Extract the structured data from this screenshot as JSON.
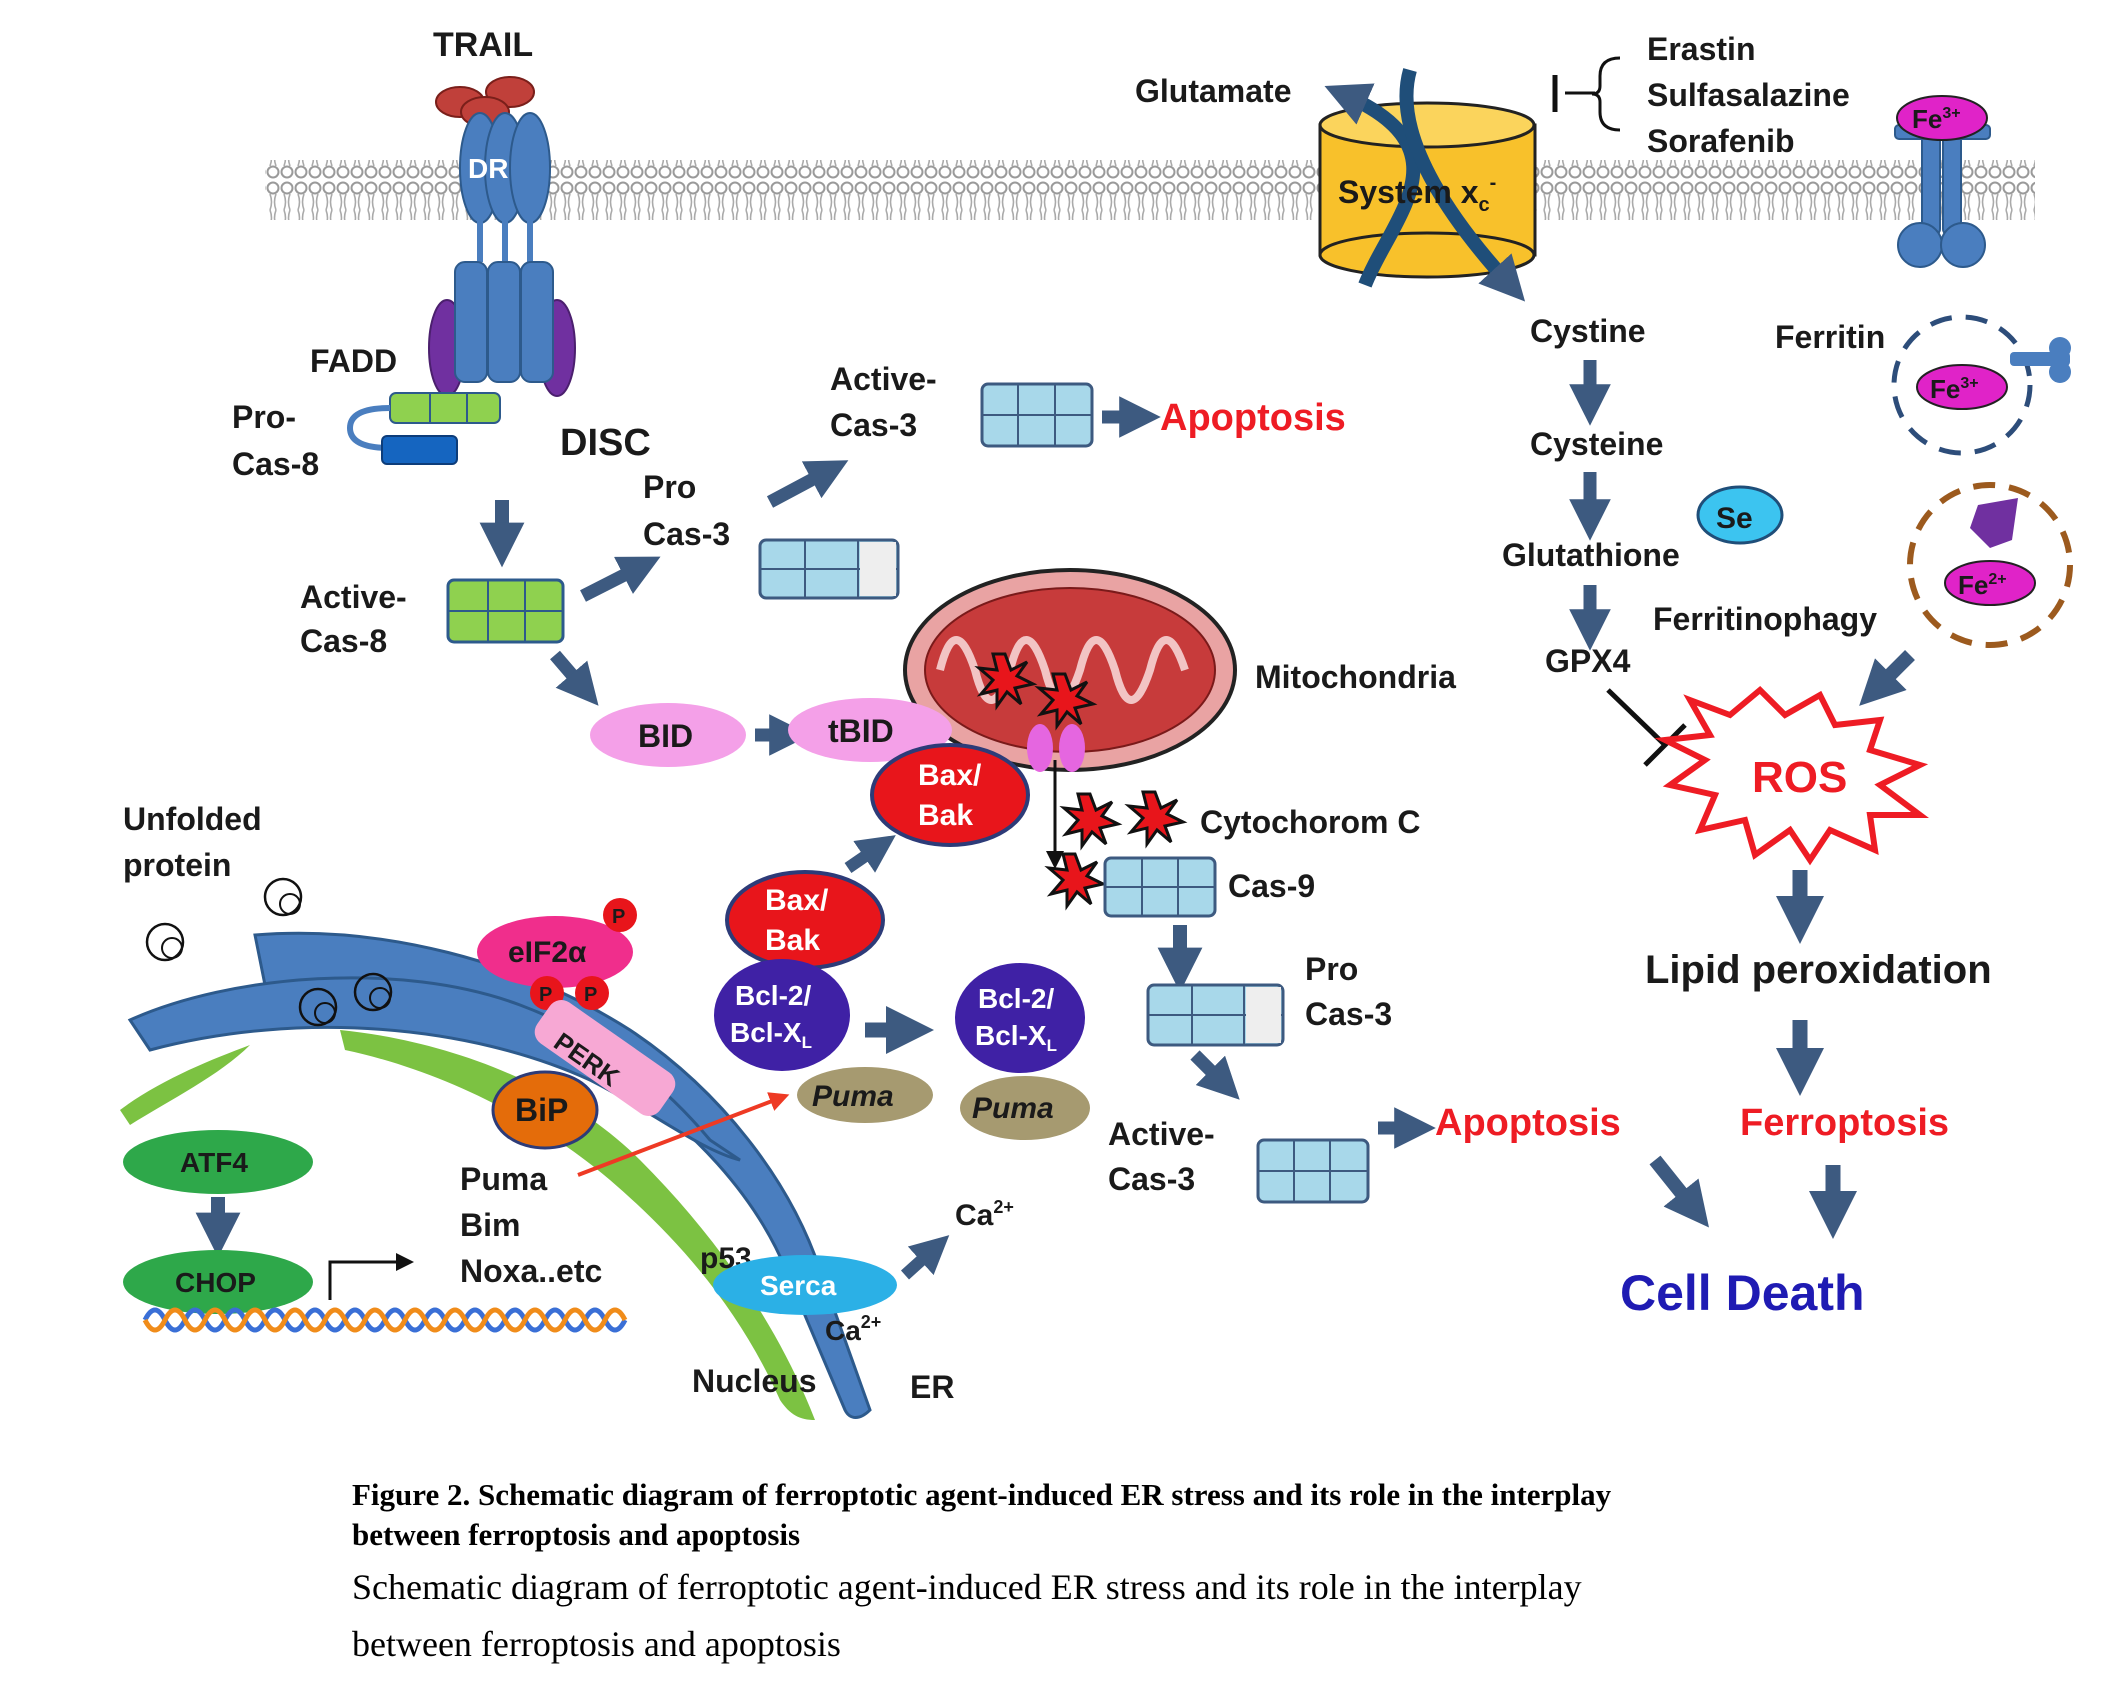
{
  "labels": {
    "trail": "TRAIL",
    "dr": "DR",
    "fadd": "FADD",
    "pro_cas8_line1": "Pro-",
    "pro_cas8_line2": "Cas-8",
    "disc": "DISC",
    "active_cas8_line1": "Active-",
    "active_cas8_line2": "Cas-8",
    "pro_cas3_top_line1": "Pro",
    "pro_cas3_top_line2": "Cas-3",
    "active_cas3_top_line1": "Active-",
    "active_cas3_top_line2": "Cas-3",
    "apoptosis_top": "Apoptosis",
    "bid": "BID",
    "tbid": "tBID",
    "bax_bak_1_line1": "Bax/",
    "bax_bak_1_line2": "Bak",
    "bax_bak_2_line1": "Bax/",
    "bax_bak_2_line2": "Bak",
    "bcl2_1_line1": "Bcl-2/",
    "bcl2_1_line2": "Bcl-X",
    "bcl2_1_sub": "L",
    "bcl2_2_line1": "Bcl-2/",
    "bcl2_2_line2": "Bcl-X",
    "bcl2_2_sub": "L",
    "puma_1": "Puma",
    "puma_2": "Puma",
    "mitochondria": "Mitochondria",
    "cytochrome_c": "Cytochorom C",
    "cas9": "Cas-9",
    "pro_cas3_mid_line1": "Pro",
    "pro_cas3_mid_line2": "Cas-3",
    "active_cas3_mid_line1": "Active-",
    "active_cas3_mid_line2": "Cas-3",
    "apoptosis_mid": "Apoptosis",
    "unfolded_line1": "Unfolded",
    "unfolded_line2": "protein",
    "eif2a": "eIF2α",
    "p": "P",
    "perk": "PERK",
    "bip": "BiP",
    "atf4": "ATF4",
    "chop": "CHOP",
    "puma_list_1": "Puma",
    "puma_list_2": "Bim",
    "puma_list_3": "Noxa..etc",
    "p53": "p53",
    "serca": "Serca",
    "ca": "Ca",
    "ca_sup": "2+",
    "nucleus": "Nucleus",
    "er": "ER",
    "glutamate": "Glutamate",
    "system_xc": "System x",
    "system_xc_sub": "c",
    "system_xc_sup": "-",
    "erastin": "Erastin",
    "sulfasalazine": "Sulfasalazine",
    "sorafenib": "Sorafenib",
    "fe3": "Fe",
    "fe3_sup": "3+",
    "fe2": "Fe",
    "fe2_sup": "2+",
    "ferritin": "Ferritin",
    "cystine": "Cystine",
    "cysteine": "Cysteine",
    "se": "Se",
    "glutathione": "Glutathione",
    "ferritinophagy": "Ferritinophagy",
    "gpx4": "GPX4",
    "ros": "ROS",
    "lipid_peroxidation": "Lipid peroxidation",
    "ferroptosis": "Ferroptosis",
    "cell_death": "Cell Death"
  },
  "caption": {
    "title_line1": "Figure 2. Schematic diagram of ferroptotic agent-induced ER stress and its role in the interplay",
    "title_line2": "between ferroptosis and apoptosis",
    "body_line1": "Schematic diagram of ferroptotic agent-induced ER stress and its role in the interplay",
    "body_line2": "between ferroptosis and apoptosis"
  },
  "colors": {
    "membrane": "#b9b9b9",
    "receptor_blue": "#4a7ebf",
    "caspase_green": "#8fd14f",
    "caspase_cyan": "#a8d8ea",
    "arrow_blue": "#3d5a80",
    "red_text": "#ee1c24",
    "blue_text": "#1f1bb3",
    "bax_red": "#e8151b",
    "bcl_purple": "#3f21a5",
    "puma_olive": "#a69a70",
    "er_blue": "#4a7ebf",
    "nucleus_green": "#7cc242",
    "mito": "#d94545",
    "bid_pink": "#f4a0e8",
    "eif_pink": "#f02e8c",
    "bip_orange": "#e46c0a",
    "system_gold": "#f8c12b",
    "fe_magenta": "#e023c8",
    "se_cyan": "#3cc4f0"
  }
}
